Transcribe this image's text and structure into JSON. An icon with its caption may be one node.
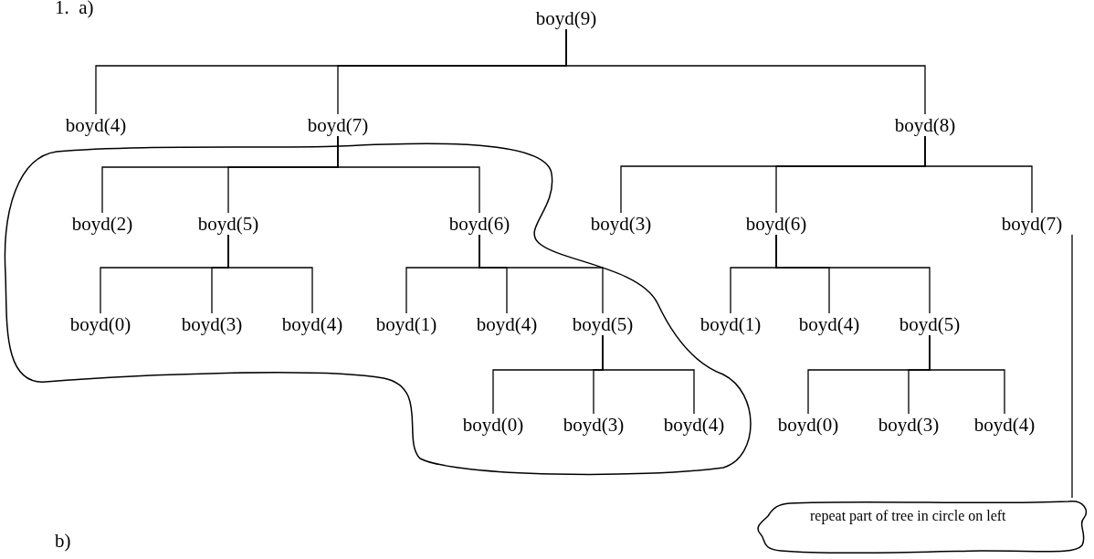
{
  "diagram": {
    "nodes": [
      {
        "text": [
          "boyd(9)"
        ]
      },
      {
        "text": [
          "boyd(4)"
        ]
      },
      {
        "text": [
          "boyd(7)"
        ]
      },
      {
        "text": [
          "boyd(8)"
        ]
      },
      {
        "text": [
          "boyd(2)"
        ]
      },
      {
        "text": [
          "boyd(5)"
        ]
      },
      {
        "text": [
          "boyd(6)"
        ]
      },
      {
        "text": [
          "boyd(3)"
        ]
      },
      {
        "text": [
          "boyd(6)"
        ]
      },
      {
        "text": [
          "boyd(7)"
        ]
      },
      {
        "text": [
          "boyd(0)"
        ]
      },
      {
        "text": [
          "boyd(3)"
        ]
      },
      {
        "text": [
          "boyd(4)"
        ]
      },
      {
        "text": [
          "boyd(1)"
        ]
      },
      {
        "text": [
          "boyd(4)"
        ]
      },
      {
        "text": [
          "boyd(5)"
        ]
      },
      {
        "text": [
          "boyd(1)"
        ]
      },
      {
        "text": [
          "boyd(4)"
        ]
      },
      {
        "text": [
          "boyd(5)"
        ]
      },
      {
        "text": [
          "boyd(0)"
        ]
      },
      {
        "text": [
          "boyd(3)"
        ]
      },
      {
        "text": [
          "boyd(4)"
        ]
      },
      {
        "text": [
          "boyd(0)"
        ]
      },
      {
        "text": [
          "boyd(3)"
        ]
      },
      {
        "text": [
          "boyd(4)"
        ]
      },
      {
        "text": [
          "repeat part of tree in circle on left"
        ]
      }
    ],
    "edges": [
      {
        "from": 0,
        "to": 1,
        "arrow": "none"
      },
      {
        "from": 0,
        "to": 2,
        "arrow": "none"
      },
      {
        "from": 0,
        "to": 3,
        "arrow": "none"
      },
      {
        "from": 2,
        "to": 4,
        "arrow": "none"
      },
      {
        "from": 2,
        "to": 5,
        "arrow": "none"
      },
      {
        "from": 2,
        "to": 6,
        "arrow": "none"
      },
      {
        "from": 3,
        "to": 7,
        "arrow": "none"
      },
      {
        "from": 3,
        "to": 8,
        "arrow": "none"
      },
      {
        "from": 3,
        "to": 9,
        "arrow": "none"
      },
      {
        "from": 5,
        "to": 10,
        "arrow": "none"
      },
      {
        "from": 5,
        "to": 11,
        "arrow": "none"
      },
      {
        "from": 5,
        "to": 12,
        "arrow": "none"
      },
      {
        "from": 6,
        "to": 13,
        "arrow": "none"
      },
      {
        "from": 6,
        "to": 14,
        "arrow": "none"
      },
      {
        "from": 6,
        "to": 15,
        "arrow": "none"
      },
      {
        "from": 8,
        "to": 16,
        "arrow": "none"
      },
      {
        "from": 8,
        "to": 17,
        "arrow": "none"
      },
      {
        "from": 8,
        "to": 18,
        "arrow": "none"
      },
      {
        "from": 15,
        "to": 19,
        "arrow": "none"
      },
      {
        "from": 15,
        "to": 20,
        "arrow": "none"
      },
      {
        "from": 15,
        "to": 21,
        "arrow": "none"
      },
      {
        "from": 18,
        "to": 22,
        "arrow": "none"
      },
      {
        "from": 18,
        "to": 23,
        "arrow": "none"
      },
      {
        "from": 18,
        "to": 24,
        "arrow": "none"
      },
      {
        "from": 9,
        "to": 25,
        "arrow": "none"
      }
    ],
    "labels": [
      "1.  a)",
      "b)"
    ]
  }
}
